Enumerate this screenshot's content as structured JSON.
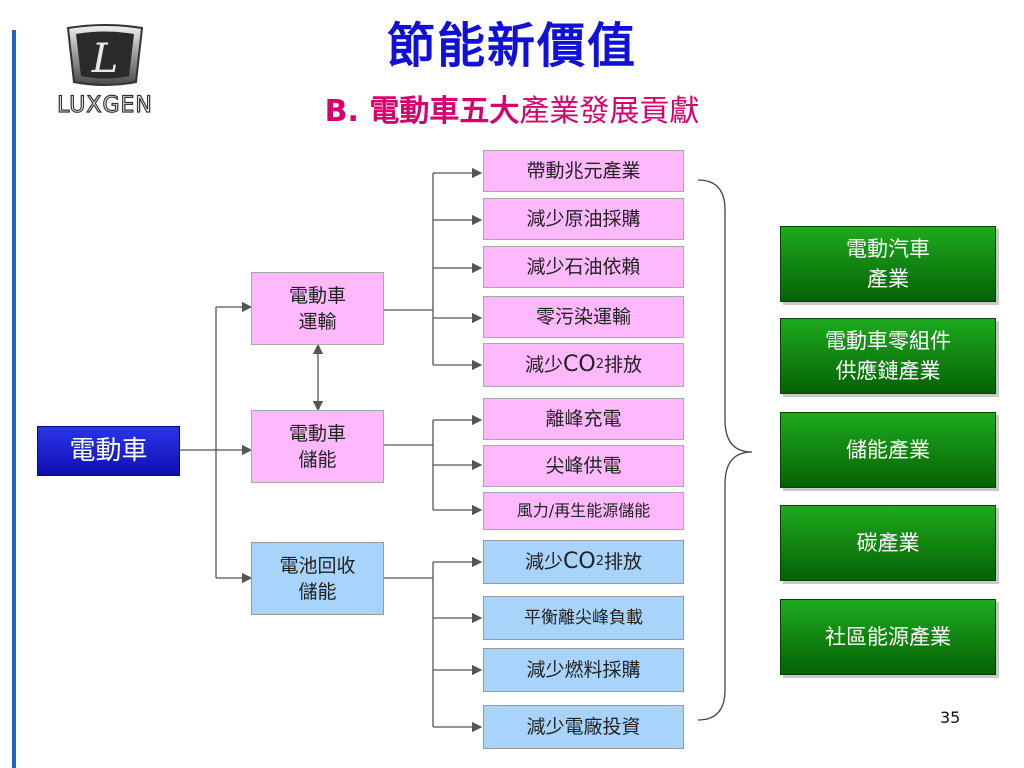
{
  "slide": {
    "title": "節能新價值",
    "subtitle_prefix": "B. 電動車五大",
    "subtitle_suffix": "產業發展貢獻",
    "page_number": "35"
  },
  "logo": {
    "brand": "LUXGEN",
    "letter": "L"
  },
  "root": {
    "label": "電動車"
  },
  "categories": [
    {
      "line1": "電動車",
      "line2": "運輸"
    },
    {
      "line1": "電動車",
      "line2": "儲能"
    },
    {
      "line1": "電池回收",
      "line2": "儲能"
    }
  ],
  "effects": {
    "transport": [
      "帶動兆元產業",
      "減少原油採購",
      "減少石油依賴",
      "零污染運輸"
    ],
    "transport_co2": {
      "prefix": "減少",
      "formula": "CO",
      "sub": "2",
      "suffix": "排放"
    },
    "storage": [
      "離峰充電",
      "尖峰供電",
      "風力/再生能源儲能"
    ],
    "recycle_co2": {
      "prefix": "減少",
      "formula": "CO",
      "sub": "2",
      "suffix": "排放"
    },
    "recycle": [
      "平衡離尖峰負載",
      "減少燃料採購",
      "減少電廠投資"
    ]
  },
  "industries": [
    {
      "line1": "電動汽車",
      "line2": "產業"
    },
    {
      "line1": "電動車零組件",
      "line2": "供應鏈產業"
    },
    {
      "line1": "儲能產業",
      "line2": ""
    },
    {
      "line1": "碳產業",
      "line2": ""
    },
    {
      "line1": "社區能源產業",
      "line2": ""
    }
  ]
}
